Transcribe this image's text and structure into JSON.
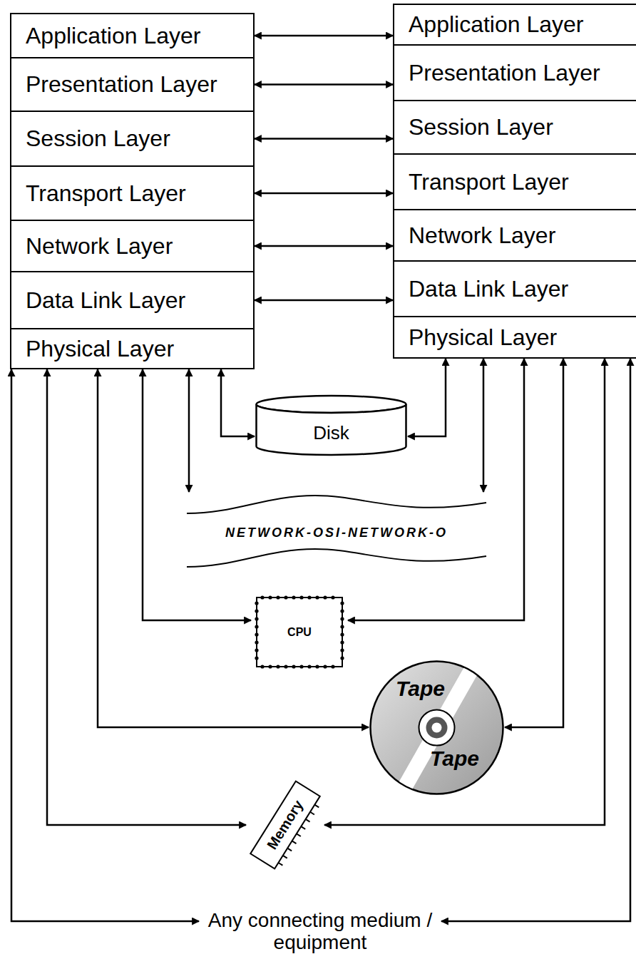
{
  "diagram": {
    "nodes": [
      {
        "text": [
          "Application Layer"
        ]
      },
      {
        "text": [
          "Presentation Layer"
        ]
      },
      {
        "text": [
          "Session Layer"
        ]
      },
      {
        "text": [
          "Transport Layer"
        ]
      },
      {
        "text": [
          "Network Layer"
        ]
      },
      {
        "text": [
          "Data Link Layer"
        ]
      },
      {
        "text": [
          "Physical Layer"
        ]
      },
      {
        "text": [
          "Application Layer"
        ]
      },
      {
        "text": [
          "Presentation Layer"
        ]
      },
      {
        "text": [
          "Session Layer"
        ]
      },
      {
        "text": [
          "Transport Layer"
        ]
      },
      {
        "text": [
          "Network Layer"
        ]
      },
      {
        "text": [
          "Data Link Layer"
        ]
      },
      {
        "text": [
          "Physical Layer"
        ]
      },
      {
        "text": [
          "Disk"
        ]
      },
      {
        "text": [
          "NETWORK-OSI-NETWORK-O"
        ]
      },
      {
        "text": [
          "CPU"
        ]
      },
      {
        "text": [
          "Tape",
          "Tape"
        ]
      },
      {
        "text": [
          "Memory"
        ]
      },
      {
        "text": [
          "Any connecting medium / equipment"
        ]
      }
    ],
    "edges": [
      {
        "from": 0,
        "to": 7,
        "arrow": "both"
      },
      {
        "from": 1,
        "to": 8,
        "arrow": "both"
      },
      {
        "from": 2,
        "to": 9,
        "arrow": "both"
      },
      {
        "from": 3,
        "to": 10,
        "arrow": "both"
      },
      {
        "from": 4,
        "to": 11,
        "arrow": "both"
      },
      {
        "from": 5,
        "to": 12,
        "arrow": "both"
      },
      {
        "from": 6,
        "to": 14,
        "arrow": "both"
      },
      {
        "from": 6,
        "to": 15,
        "arrow": "both"
      },
      {
        "from": 6,
        "to": 16,
        "arrow": "both"
      },
      {
        "from": 6,
        "to": 17,
        "arrow": "both"
      },
      {
        "from": 6,
        "to": 18,
        "arrow": "both"
      },
      {
        "from": 6,
        "to": 19,
        "arrow": "both"
      },
      {
        "from": 13,
        "to": 14,
        "arrow": "both"
      },
      {
        "from": 13,
        "to": 15,
        "arrow": "both"
      },
      {
        "from": 13,
        "to": 16,
        "arrow": "both"
      },
      {
        "from": 13,
        "to": 17,
        "arrow": "both"
      },
      {
        "from": 13,
        "to": 18,
        "arrow": "both"
      },
      {
        "from": 13,
        "to": 19,
        "arrow": "both"
      }
    ]
  }
}
